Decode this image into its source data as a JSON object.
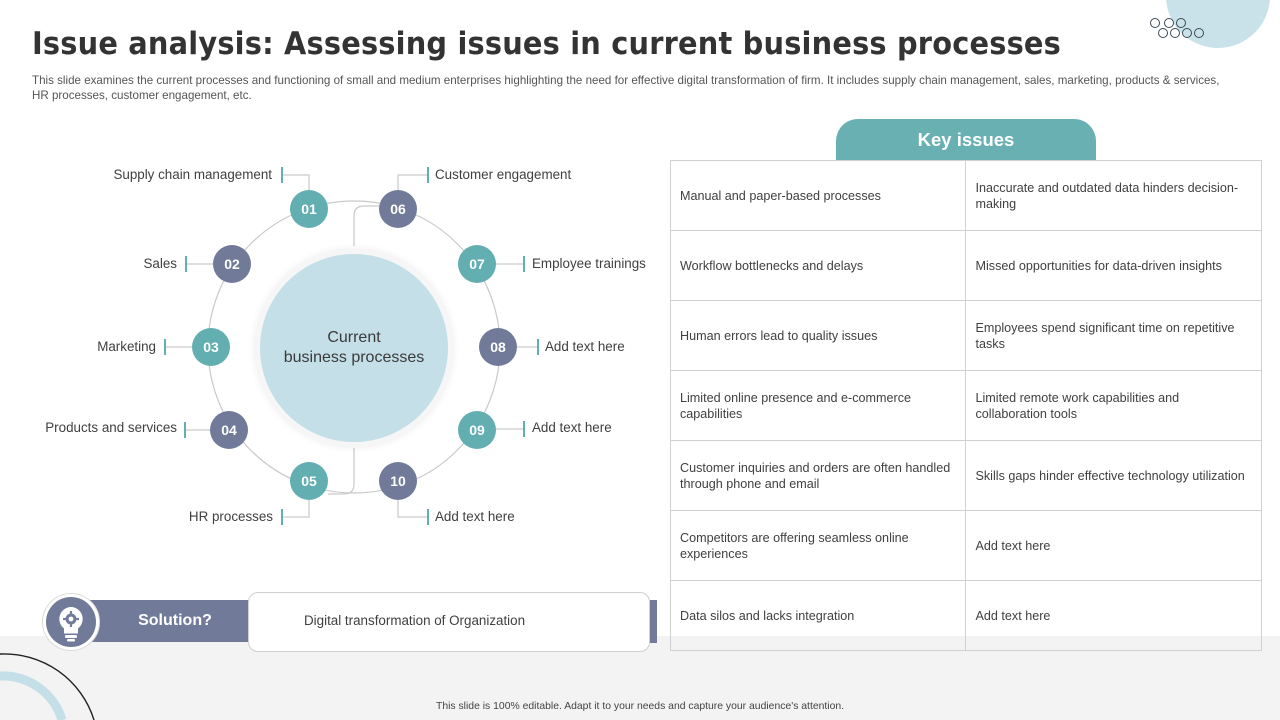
{
  "slide": {
    "title": "Issue analysis: Assessing issues in current business processes",
    "description": "This slide examines the current processes and functioning of small and medium enterprises highlighting the need for effective digital transformation of firm. It includes supply chain management, sales, marketing, products & services, HR processes, customer engagement, etc.",
    "footer": "This slide is 100% editable.  Adapt it to your needs and capture your audience's attention."
  },
  "diagram": {
    "center_label_line1": "Current",
    "center_label_line2": "business processes",
    "nodes": [
      {
        "number": "01",
        "label": "Supply chain management",
        "color": "#62aeb0"
      },
      {
        "number": "02",
        "label": "Sales",
        "color": "#717b99"
      },
      {
        "number": "03",
        "label": "Marketing",
        "color": "#62aeb0"
      },
      {
        "number": "04",
        "label": "Products and services",
        "color": "#717b99"
      },
      {
        "number": "05",
        "label": "HR processes",
        "color": "#62aeb0"
      },
      {
        "number": "06",
        "label": "Customer engagement",
        "color": "#717b99"
      },
      {
        "number": "07",
        "label": "Employee trainings",
        "color": "#62aeb0"
      },
      {
        "number": "08",
        "label": "Add text here",
        "color": "#717b99"
      },
      {
        "number": "09",
        "label": "Add text here",
        "color": "#62aeb0"
      },
      {
        "number": "10",
        "label": "Add text here",
        "color": "#717b99"
      }
    ]
  },
  "key_issues": {
    "header": "Key issues",
    "rows": [
      [
        "Manual and paper-based  processes",
        "Inaccurate and outdated data hinders decision-making"
      ],
      [
        "Workflow bottlenecks and delays",
        "Missed opportunities for data-driven  insights"
      ],
      [
        "Human errors  lead to quality issues",
        "Employees spend significant time on repetitive tasks"
      ],
      [
        "Limited online presence and e-commerce capabilities",
        "Limited remote work capabilities and collaboration tools"
      ],
      [
        "Customer inquiries and orders are often handled through phone and email",
        "Skills gaps hinder effective technology utilization"
      ],
      [
        "Competitors are offering seamless online experiences",
        "Add text here"
      ],
      [
        "Data silos and lacks integration",
        "Add text here"
      ]
    ]
  },
  "solution": {
    "label": "Solution?",
    "text": "Digital transformation  of Organization",
    "icon": "lightbulb-gear-icon"
  },
  "colors": {
    "teal": "#62aeb0",
    "slate": "#717b99",
    "light_blue": "#c5dfe8"
  }
}
